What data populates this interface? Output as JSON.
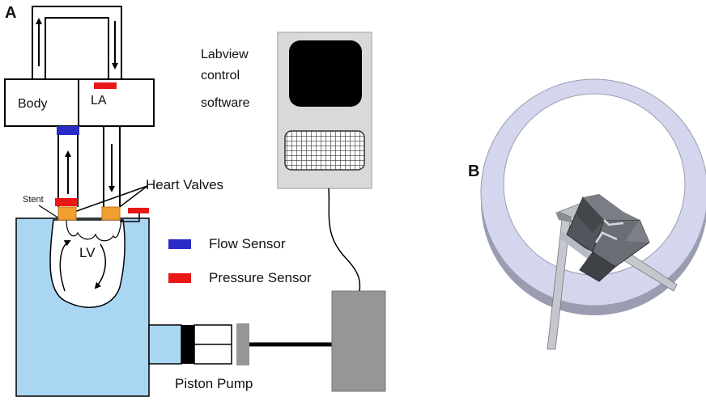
{
  "panels": {
    "a": "A",
    "b": "B"
  },
  "labels": {
    "body": "Body",
    "la": "LA",
    "lv": "LV",
    "stent": "Stent",
    "heart_valves": "Heart Valves",
    "piston_pump": "Piston Pump",
    "software_line1": "Labview",
    "software_line2": "control",
    "software_line3": "software"
  },
  "legend": [
    {
      "label": "Flow Sensor",
      "color": "#2b2bc8"
    },
    {
      "label": "Pressure Sensor",
      "color": "#e81818"
    }
  ],
  "colors": {
    "tank": "#a9d6f2",
    "valve": "#f0a030",
    "pressure_sensor": "#e81818",
    "flow_sensor": "#2b2bc8",
    "monitor_body": "#d9d9d9",
    "screen": "#000000",
    "motor": "#969696",
    "piston_chamber": "#a9d6f2",
    "ring_face": "#d4d6ee",
    "ring_edge": "#9a9cb0",
    "leaflet": "#5a5d63"
  }
}
